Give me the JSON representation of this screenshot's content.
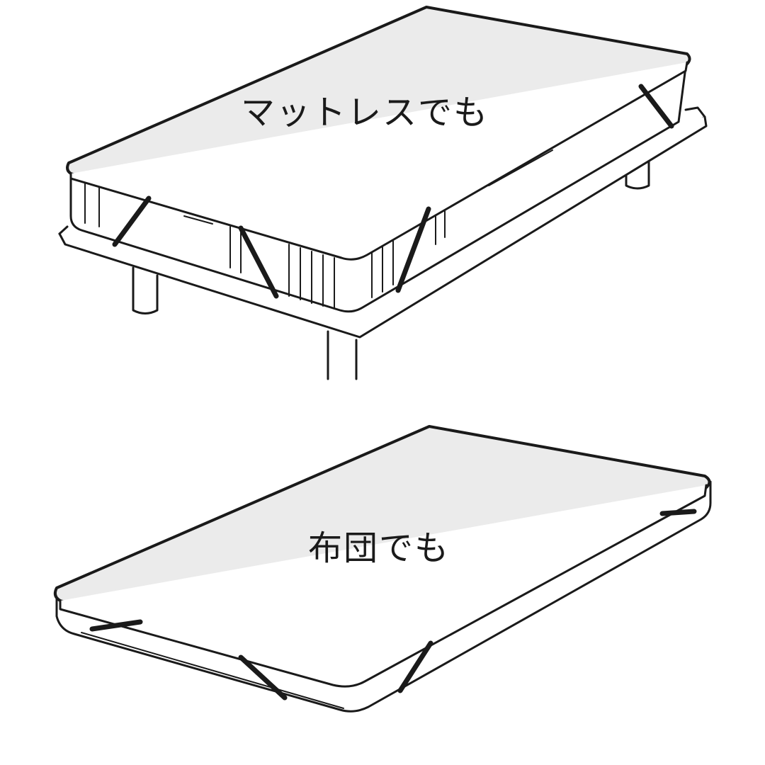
{
  "captions": {
    "mattress": "マットレスでも",
    "futon": "布団でも"
  },
  "colors": {
    "line": "#1a1a1a",
    "surface": "#ebebeb",
    "background": "#ffffff"
  },
  "icons": {
    "top": "bed-with-mattress-topper-illustration",
    "bottom": "futon-with-topper-illustration"
  }
}
